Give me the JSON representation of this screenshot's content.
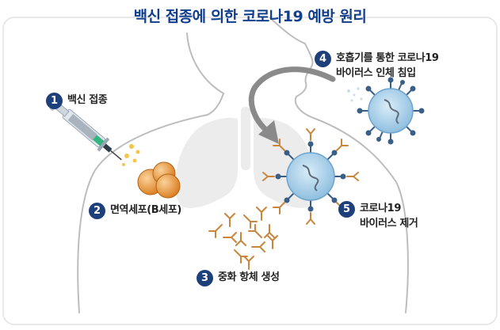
{
  "title": "백신 접종에 의한 코로나19 예방 원리",
  "steps": [
    {
      "number": "1",
      "lines": [
        "백신 접종"
      ]
    },
    {
      "number": "2",
      "lines": [
        "면역세포(B세포)"
      ]
    },
    {
      "number": "3",
      "lines": [
        "중화 항체 생성"
      ]
    },
    {
      "number": "4",
      "lines": [
        "호흡기를 통한 코로나19",
        "바이러스 인체 침입"
      ]
    },
    {
      "number": "5",
      "lines": [
        "코로나19",
        "바이러스 제거"
      ]
    }
  ],
  "colors": {
    "title": "#123f8c",
    "badge": "#1d3f7a",
    "virus": "#9cc9e8",
    "virus_spike": "#3a5f86",
    "cell": "#e8922f",
    "antibody": "#c9863c",
    "arrow": "#8a8a8a",
    "body_outline": "#bbbbbb"
  }
}
